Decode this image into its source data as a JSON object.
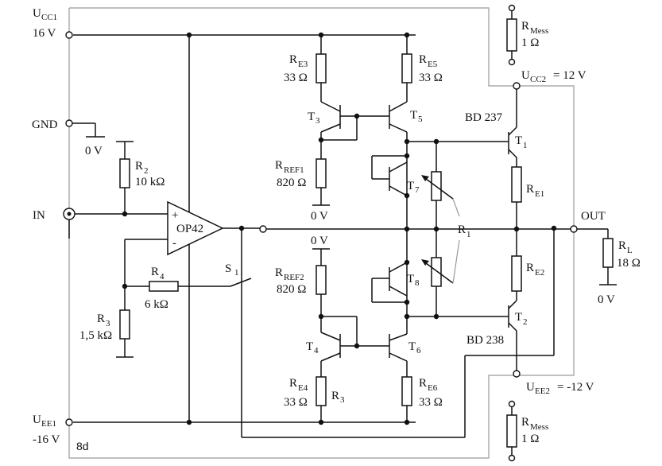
{
  "ucc1": {
    "name": "U",
    "sub": "CC1",
    "value": "16 V"
  },
  "uee1": {
    "name": "U",
    "sub": "EE1",
    "value": "-16 V"
  },
  "gnd": "GND",
  "in": "IN",
  "out": "OUT",
  "zero_v": "0 V",
  "ucc2": {
    "name": "U",
    "sub": "CC2",
    "value": "= 12 V"
  },
  "uee2": {
    "name": "U",
    "sub": "EE2",
    "value": "= -12 V"
  },
  "rmess": {
    "name": "R",
    "sub": "Mess",
    "value": "1 Ω"
  },
  "r2": {
    "name": "R",
    "sub": "2",
    "value": "10 kΩ"
  },
  "r3": {
    "name": "R",
    "sub": "3",
    "value": "1,5 kΩ"
  },
  "r4": {
    "name": "R",
    "sub": "4",
    "value": "6 kΩ"
  },
  "opamp": "OP42",
  "plus": "+",
  "minus": "-",
  "s1": {
    "name": "S",
    "sub": "1"
  },
  "re3": {
    "name": "R",
    "sub": "E3",
    "value": "33 Ω"
  },
  "re5": {
    "name": "R",
    "sub": "E5",
    "value": "33 Ω"
  },
  "re4": {
    "name": "R",
    "sub": "E4",
    "value": "33 Ω"
  },
  "re6": {
    "name": "R",
    "sub": "E6",
    "value": "33 Ω"
  },
  "rref1": {
    "name": "R",
    "sub": "REF1",
    "value": "820 Ω"
  },
  "rref2": {
    "name": "R",
    "sub": "REF2",
    "value": "820 Ω"
  },
  "t3": {
    "name": "T",
    "sub": "3"
  },
  "t4": {
    "name": "T",
    "sub": "4"
  },
  "t5": {
    "name": "T",
    "sub": "5"
  },
  "t6": {
    "name": "T",
    "sub": "6"
  },
  "t7": {
    "name": "T",
    "sub": "7"
  },
  "t8": {
    "name": "T",
    "sub": "8"
  },
  "r1": {
    "name": "R",
    "sub": "1"
  },
  "t1": {
    "name": "T",
    "sub": "1",
    "part": "BD 237"
  },
  "t2": {
    "name": "T",
    "sub": "2",
    "part": "BD 238"
  },
  "re1": {
    "name": "R",
    "sub": "E1"
  },
  "re2": {
    "name": "R",
    "sub": "E2"
  },
  "rl": {
    "name": "R",
    "sub": "L",
    "value": "18 Ω"
  },
  "r3_tag": "R",
  "r3_tag_sub": "3",
  "figure_tag": "8d"
}
